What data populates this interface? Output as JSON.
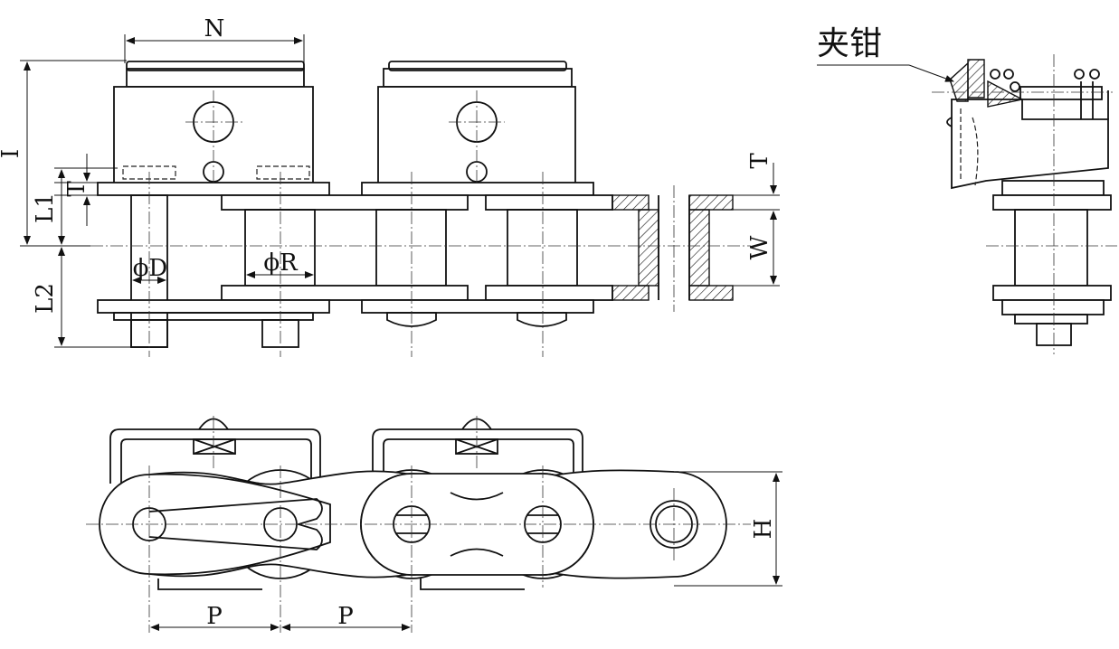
{
  "labels": {
    "N": "N",
    "I": "I",
    "T_left": "T",
    "L1": "L1",
    "L2": "L2",
    "D": "ϕD",
    "R": "ϕR",
    "T_right": "T",
    "W": "W",
    "H": "H",
    "P1": "P",
    "P2": "P",
    "clamp": "夹钳"
  },
  "colors": {
    "line": "#111111",
    "background": "#ffffff"
  }
}
